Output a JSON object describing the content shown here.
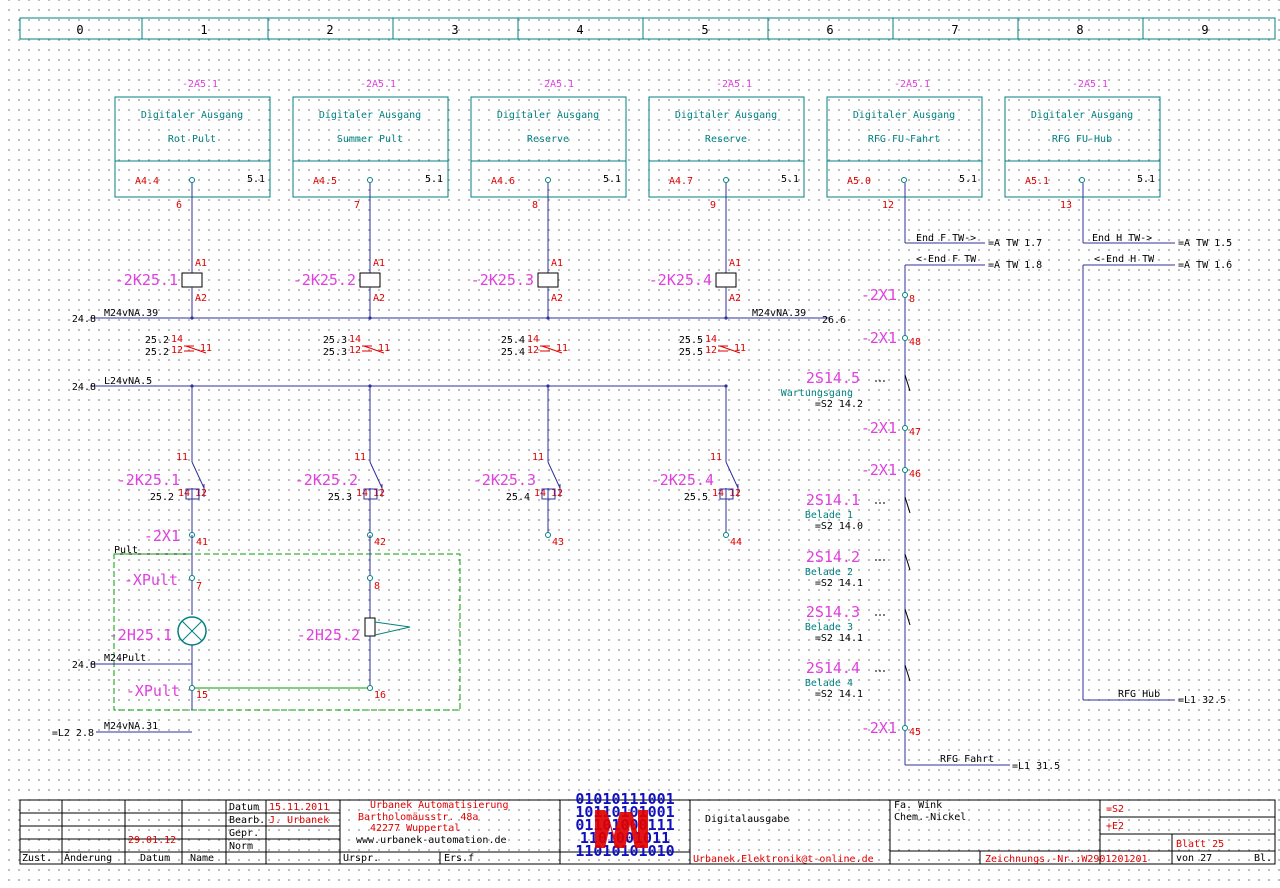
{
  "columns": [
    "0",
    "1",
    "2",
    "3",
    "4",
    "5",
    "6",
    "7",
    "8",
    "9"
  ],
  "modules": [
    {
      "ref": "-2A5.1",
      "title": "Digitaler Ausgang",
      "function": "Rot Pult",
      "addr": "A4.4",
      "pin": "5.1",
      "wire": "6"
    },
    {
      "ref": "-2A5.1",
      "title": "Digitaler Ausgang",
      "function": "Summer Pult",
      "addr": "A4.5",
      "pin": "5.1",
      "wire": "7"
    },
    {
      "ref": "-2A5.1",
      "title": "Digitaler Ausgang",
      "function": "Reserve",
      "addr": "A4.6",
      "pin": "5.1",
      "wire": "8"
    },
    {
      "ref": "-2A5.1",
      "title": "Digitaler Ausgang",
      "function": "Reserve",
      "addr": "A4.7",
      "pin": "5.1",
      "wire": "9"
    },
    {
      "ref": "-2A5.1",
      "title": "Digitaler Ausgang",
      "function": "RFG FU-Fahrt",
      "addr": "A5.0",
      "pin": "5.1",
      "wire": "12"
    },
    {
      "ref": "-2A5.1",
      "title": "Digitaler Ausgang",
      "function": "RFG FU-Hub",
      "addr": "A5.1",
      "pin": "5.1",
      "wire": "13"
    }
  ],
  "relays": [
    {
      "tag": "-2K25.1",
      "a1": "A1",
      "a2": "A2",
      "ref_a": "25.2",
      "ref_b": "25.2",
      "c14": "14",
      "c12": "12",
      "c11": "11"
    },
    {
      "tag": "-2K25.2",
      "a1": "A1",
      "a2": "A2",
      "ref_a": "25.3",
      "ref_b": "25.3",
      "c14": "14",
      "c12": "12",
      "c11": "11"
    },
    {
      "tag": "-2K25.3",
      "a1": "A1",
      "a2": "A2",
      "ref_a": "25.4",
      "ref_b": "25.4",
      "c14": "14",
      "c12": "12",
      "c11": "11"
    },
    {
      "tag": "-2K25.4",
      "a1": "A1",
      "a2": "A2",
      "ref_a": "25.5",
      "ref_b": "25.5",
      "c14": "14",
      "c12": "12",
      "c11": "11"
    }
  ],
  "contacts": [
    {
      "tag": "-2K25.1",
      "c11": "11",
      "c14": "14",
      "c12": "12",
      "ref": "25.2",
      "term": "41"
    },
    {
      "tag": "-2K25.2",
      "c11": "11",
      "c14": "14",
      "c12": "12",
      "ref": "25.3",
      "term": "42"
    },
    {
      "tag": "-2K25.3",
      "c11": "11",
      "c14": "14",
      "c12": "12",
      "ref": "25.4",
      "term": "43"
    },
    {
      "tag": "-2K25.4",
      "c11": "11",
      "c14": "14",
      "c12": "12",
      "ref": "25.5",
      "term": "44"
    }
  ],
  "rails": {
    "m24_ref_left": "24.8",
    "m24_label_left": "M24vNA.39",
    "m24_label_right": "M24vNA.39",
    "m24_ref_right": "26.6",
    "l24_ref_left": "24.8",
    "l24_label": "L24vNA.5",
    "m24pult_ref": "24.8",
    "m24pult_label": "M24Pult",
    "l2_ref": "=L2 2.8",
    "l2_label": "M24vNA.31"
  },
  "pult": {
    "label": "Pult",
    "terminal_tag": "-2X1",
    "xpult_tag": "-XPult",
    "xpult_tag2": "-XPult",
    "t7": "7",
    "t8": "8",
    "t15": "15",
    "t16": "16",
    "lamp_tag": "-2H25.1",
    "buzzer_tag": "-2H25.2"
  },
  "right_chain": {
    "end_f": "End F TW->",
    "end_f_ref": "=A TW 1.7",
    "end_f_back": "<-End F TW",
    "end_f_back_ref": "=A TW 1.8",
    "end_h": "End H TW->",
    "end_h_ref": "=A TW 1.5",
    "end_h_back": "<-End H TW",
    "end_h_back_ref": "=A TW 1.6",
    "x1_tag": "-2X1",
    "terms": [
      "8",
      "48",
      "47",
      "46",
      "45"
    ],
    "switches": [
      {
        "tag": "2S14.5",
        "name": "Wartungsgang",
        "ref": "=S2 14.2"
      },
      {
        "tag": "2S14.1",
        "name": "Belade 1",
        "ref": "=S2 14.0"
      },
      {
        "tag": "2S14.2",
        "name": "Belade 2",
        "ref": "=S2 14.1"
      },
      {
        "tag": "2S14.3",
        "name": "Belade 3",
        "ref": "=S2 14.1"
      },
      {
        "tag": "2S14.4",
        "name": "Belade 4",
        "ref": "=S2 14.1"
      }
    ],
    "rfg_fahrt": "RFG Fahrt",
    "rfg_fahrt_ref": "=L1 31.5",
    "rfg_hub": "RFG Hub",
    "rfg_hub_ref": "=L1 32.5"
  },
  "title_block": {
    "datum_label": "Datum",
    "datum": "15.11.2011",
    "bearb_label": "Bearb.",
    "bearb": "J. Urbanek",
    "gepr_label": "Gepr.",
    "norm_label": "Norm",
    "rev_date": "29.01.12",
    "zust": "Zust.",
    "aenderung": "Änderung",
    "datum_col": "Datum",
    "name_col": "Name",
    "company": "Urbanek Automatisierung",
    "street": "Bartholomäusstr. 48a",
    "city": "42277 Wuppertal",
    "web": "www.urbanek-automation.de",
    "urspr": "Urspr.",
    "ersf": "Ers.f",
    "logo_bits": [
      "01010111001",
      "10110101001",
      "01101000111",
      "1101001011",
      "11010101010"
    ],
    "title": "Digitalausgabe",
    "email": "Urbanek.Elektronik@t-online.de",
    "customer1": "Fa. Wink",
    "customer2": "Chem.-Nickel",
    "zeichnung": "Zeichnungs.-Nr.:W2901201201",
    "s2": "=S2",
    "e2": "+E2",
    "blatt": "Blatt 25",
    "von": "von 27",
    "bl": "Bl."
  },
  "colors": {
    "blue": "#3030a0",
    "teal": "#008080",
    "red": "#e00000",
    "magenta": "#e040e0",
    "green": "#00a000",
    "black": "#000000"
  }
}
